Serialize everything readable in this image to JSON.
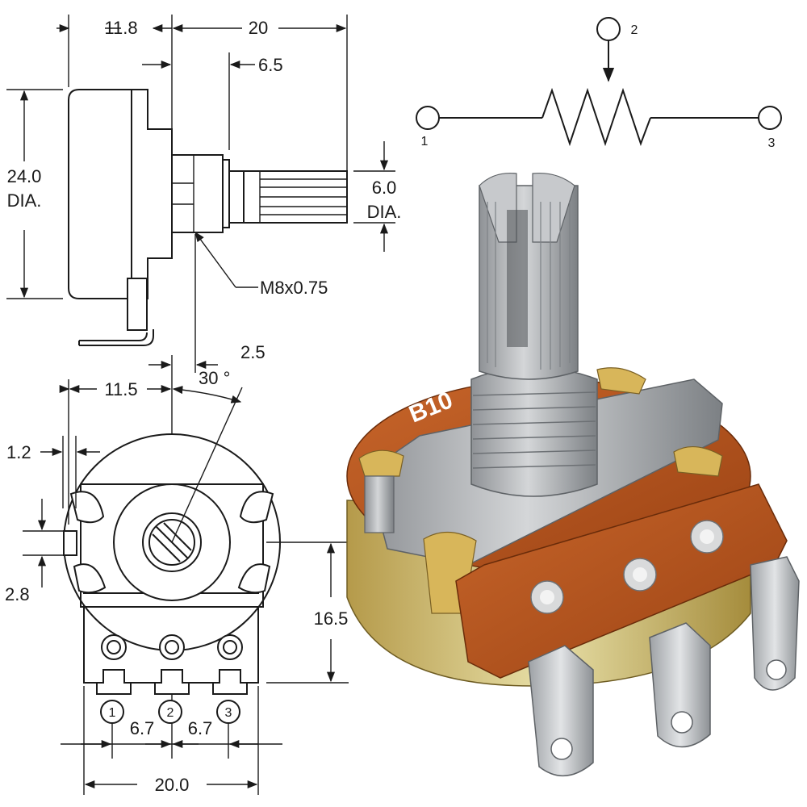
{
  "side_view": {
    "overall_width": "11.8",
    "shaft_length": "20",
    "knurl_offset": "6.5",
    "body_diameter": "24.0",
    "body_diameter_suffix": "DIA.",
    "shaft_diameter": "6.0",
    "shaft_diameter_suffix": "DIA.",
    "thread_spec": "M8x0.75",
    "slot_width": "2.5"
  },
  "front_view": {
    "tab_offset": "11.5",
    "tab_angle": "30 °",
    "tab_thickness": "1.2",
    "tab_height": "2.8",
    "pin_row_height": "16.5",
    "pin_pitch_left": "6.7",
    "pin_pitch_right": "6.7",
    "pcb_width": "20.0",
    "pin_labels": [
      "1",
      "2",
      "3"
    ]
  },
  "schematic": {
    "pins": [
      "1",
      "2",
      "3"
    ]
  },
  "photo": {
    "marking": "B10"
  },
  "colors": {
    "line": "#1a1a1a",
    "pcb_brown": "#b4531a",
    "metal": "#b9bcbf",
    "brass": "#d8b65a"
  }
}
